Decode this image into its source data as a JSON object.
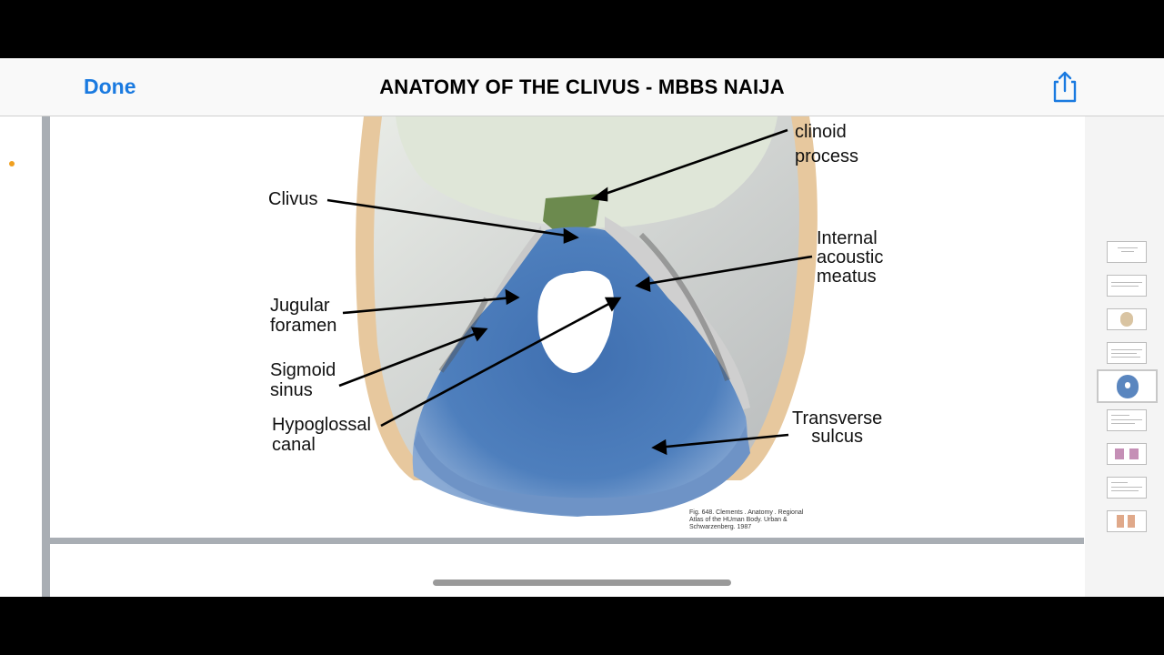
{
  "nav": {
    "done_label": "Done",
    "title": "ANATOMY OF THE CLIVUS - MBBS NAIJA",
    "share_icon": "share-icon"
  },
  "slide": {
    "labels": {
      "clinoid": [
        "clinoid",
        "process"
      ],
      "clivus": "Clivus",
      "internal_acoustic": [
        "Internal",
        "acoustic",
        "meatus"
      ],
      "jugular": [
        "Jugular",
        "foramen"
      ],
      "sigmoid": [
        "Sigmoid",
        "sinus"
      ],
      "hypoglossal": [
        "Hypoglossal",
        "canal"
      ],
      "transverse": [
        "Transverse",
        "sulcus"
      ]
    },
    "caption": [
      "Fig. 648. Clements . Anatomy . Regional",
      "Atlas of the HUman Body. Urban &",
      "Schwarzenberg. 1987"
    ]
  },
  "thumbnails": {
    "count": 9,
    "selected_index": 4
  },
  "colors": {
    "accent": "#1a7ae0",
    "indicator_dot": "#f0a020",
    "bone_blue": "#5a86bf"
  }
}
